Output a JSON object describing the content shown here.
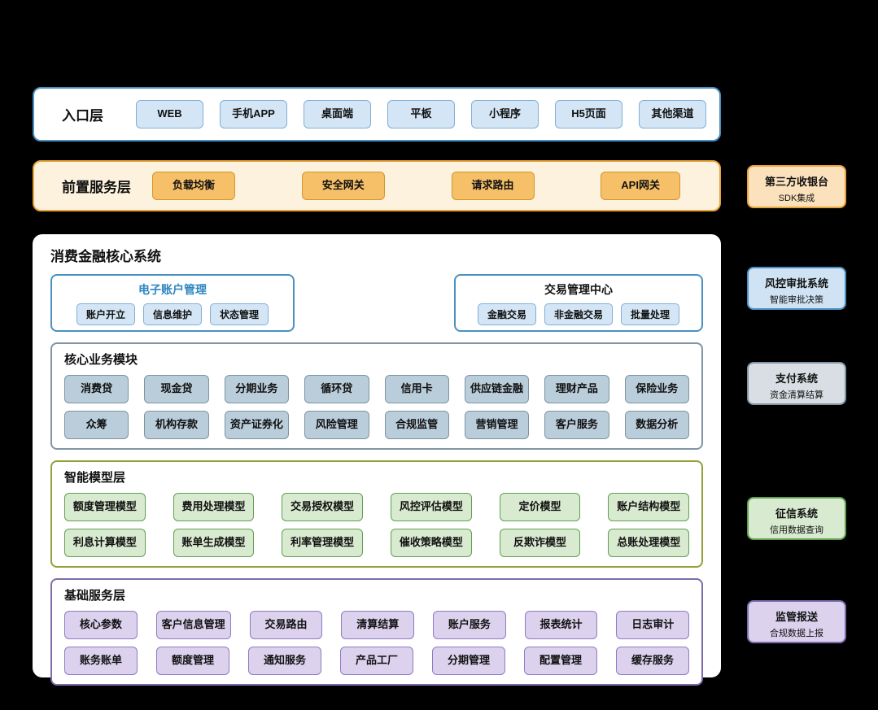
{
  "entry": {
    "title": "入口层",
    "items": [
      "WEB",
      "手机APP",
      "桌面端",
      "平板",
      "小程序",
      "H5页面",
      "其他渠道"
    ]
  },
  "front": {
    "title": "前置服务层",
    "items": [
      "负载均衡",
      "安全网关",
      "请求路由",
      "API网关"
    ]
  },
  "core": {
    "title": "消费金融核心系统",
    "account": {
      "title": "电子账户管理",
      "items": [
        "账户开立",
        "信息维护",
        "状态管理"
      ]
    },
    "trade": {
      "title": "交易管理中心",
      "items": [
        "金融交易",
        "非金融交易",
        "批量处理"
      ]
    },
    "business": {
      "title": "核心业务模块",
      "row1": [
        "消费贷",
        "现金贷",
        "分期业务",
        "循环贷",
        "信用卡",
        "供应链金融",
        "理财产品",
        "保险业务"
      ],
      "row2": [
        "众筹",
        "机构存款",
        "资产证券化",
        "风险管理",
        "合规监管",
        "营销管理",
        "客户服务",
        "数据分析"
      ]
    },
    "model": {
      "title": "智能模型层",
      "row1": [
        "额度管理模型",
        "费用处理模型",
        "交易授权模型",
        "风控评估模型",
        "定价模型",
        "账户结构模型"
      ],
      "row2": [
        "利息计算模型",
        "账单生成模型",
        "利率管理模型",
        "催收策略模型",
        "反欺诈模型",
        "总账处理模型"
      ]
    },
    "base": {
      "title": "基础服务层",
      "row1": [
        "核心参数",
        "客户信息管理",
        "交易路由",
        "清算结算",
        "账户服务",
        "报表统计",
        "日志审计"
      ],
      "row2": [
        "账务账单",
        "额度管理",
        "通知服务",
        "产品工厂",
        "分期管理",
        "配置管理",
        "缓存服务"
      ]
    }
  },
  "external": {
    "cashier": {
      "title": "第三方收银台",
      "subtitle": "SDK集成"
    },
    "risk": {
      "title": "风控审批系统",
      "subtitle": "智能审批决策"
    },
    "payment": {
      "title": "支付系统",
      "subtitle": "资金清算结算"
    },
    "credit": {
      "title": "征信系统",
      "subtitle": "信用数据查询"
    },
    "regulator": {
      "title": "监管报送",
      "subtitle": "合规数据上报"
    }
  },
  "colors": {
    "background": "#000000",
    "panel_white": "#ffffff",
    "blue_border": "#4a90c2",
    "blue_fill": "#d4e6f6",
    "blue_title": "#2e86c1",
    "orange_border": "#e8a33b",
    "orange_panel": "#fcf2dd",
    "orange_fill": "#f6c068",
    "steel_border": "#8094a3",
    "steel_fill": "#b9cdda",
    "olive_border": "#93a03c",
    "green_border": "#61a050",
    "green_fill": "#d8eacf",
    "purple_border": "#7c6cac",
    "purple_fill": "#dcd2ee"
  }
}
